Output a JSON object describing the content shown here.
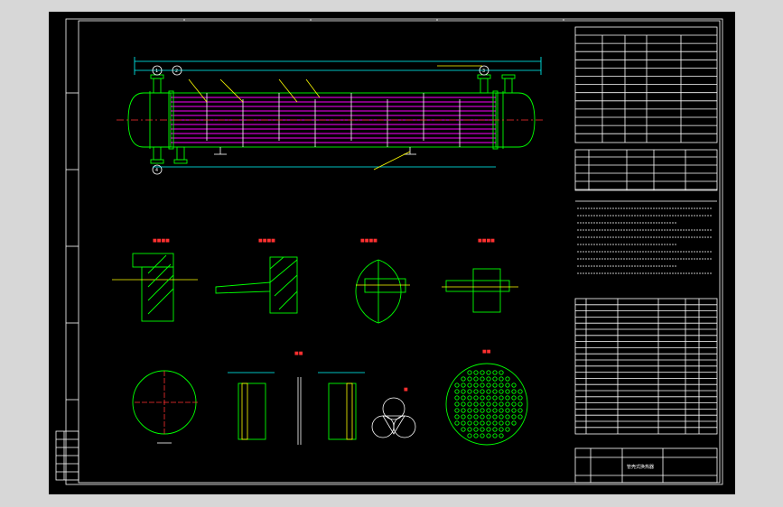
{
  "drawing": {
    "title_block_text": "管壳式换热器",
    "colors": {
      "background": "#000000",
      "frame": "#ffffff",
      "shell": "#00ff00",
      "tubes": "#ff00ff",
      "dimension": "#00ffff",
      "section_mark": "#ff3030",
      "leader": "#ffff00"
    },
    "nozzle_marks": [
      "1",
      "2",
      "3",
      "4"
    ],
    "tables": {
      "design_data_rows": 13,
      "nozzle_table_rows": 4,
      "parts_list_rows": 22
    }
  }
}
